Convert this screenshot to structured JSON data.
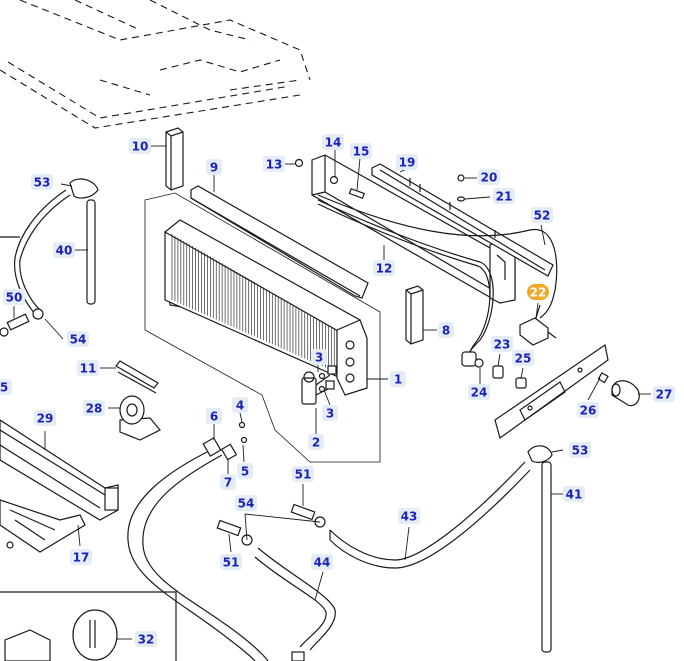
{
  "diagram": {
    "highlight_color": "#f0a828",
    "callout_text_color": "#1c22b8",
    "callout_bg_color": "#e4ecf8",
    "selected_callout": "22",
    "callouts": [
      {
        "id": "c1",
        "label": "1"
      },
      {
        "id": "c2",
        "label": "2"
      },
      {
        "id": "c3a",
        "label": "3"
      },
      {
        "id": "c3b",
        "label": "3"
      },
      {
        "id": "c4",
        "label": "4"
      },
      {
        "id": "c5",
        "label": "5"
      },
      {
        "id": "c5b",
        "label": "5"
      },
      {
        "id": "c6",
        "label": "6"
      },
      {
        "id": "c7",
        "label": "7"
      },
      {
        "id": "c8",
        "label": "8"
      },
      {
        "id": "c9",
        "label": "9"
      },
      {
        "id": "c10",
        "label": "10"
      },
      {
        "id": "c11",
        "label": "11"
      },
      {
        "id": "c12",
        "label": "12"
      },
      {
        "id": "c13",
        "label": "13"
      },
      {
        "id": "c14",
        "label": "14"
      },
      {
        "id": "c15",
        "label": "15"
      },
      {
        "id": "c17",
        "label": "17"
      },
      {
        "id": "c19",
        "label": "19"
      },
      {
        "id": "c20",
        "label": "20"
      },
      {
        "id": "c21",
        "label": "21"
      },
      {
        "id": "c22",
        "label": "22"
      },
      {
        "id": "c23",
        "label": "23"
      },
      {
        "id": "c24",
        "label": "24"
      },
      {
        "id": "c25",
        "label": "25"
      },
      {
        "id": "c26",
        "label": "26"
      },
      {
        "id": "c27",
        "label": "27"
      },
      {
        "id": "c28",
        "label": "28"
      },
      {
        "id": "c29",
        "label": "29"
      },
      {
        "id": "c32",
        "label": "32"
      },
      {
        "id": "c40",
        "label": "40"
      },
      {
        "id": "c41",
        "label": "41"
      },
      {
        "id": "c43",
        "label": "43"
      },
      {
        "id": "c44",
        "label": "44"
      },
      {
        "id": "c50",
        "label": "50"
      },
      {
        "id": "c51a",
        "label": "51"
      },
      {
        "id": "c51b",
        "label": "51"
      },
      {
        "id": "c52",
        "label": "52"
      },
      {
        "id": "c53a",
        "label": "53"
      },
      {
        "id": "c53b",
        "label": "53"
      },
      {
        "id": "c54a",
        "label": "54"
      },
      {
        "id": "c54b",
        "label": "54"
      }
    ]
  }
}
